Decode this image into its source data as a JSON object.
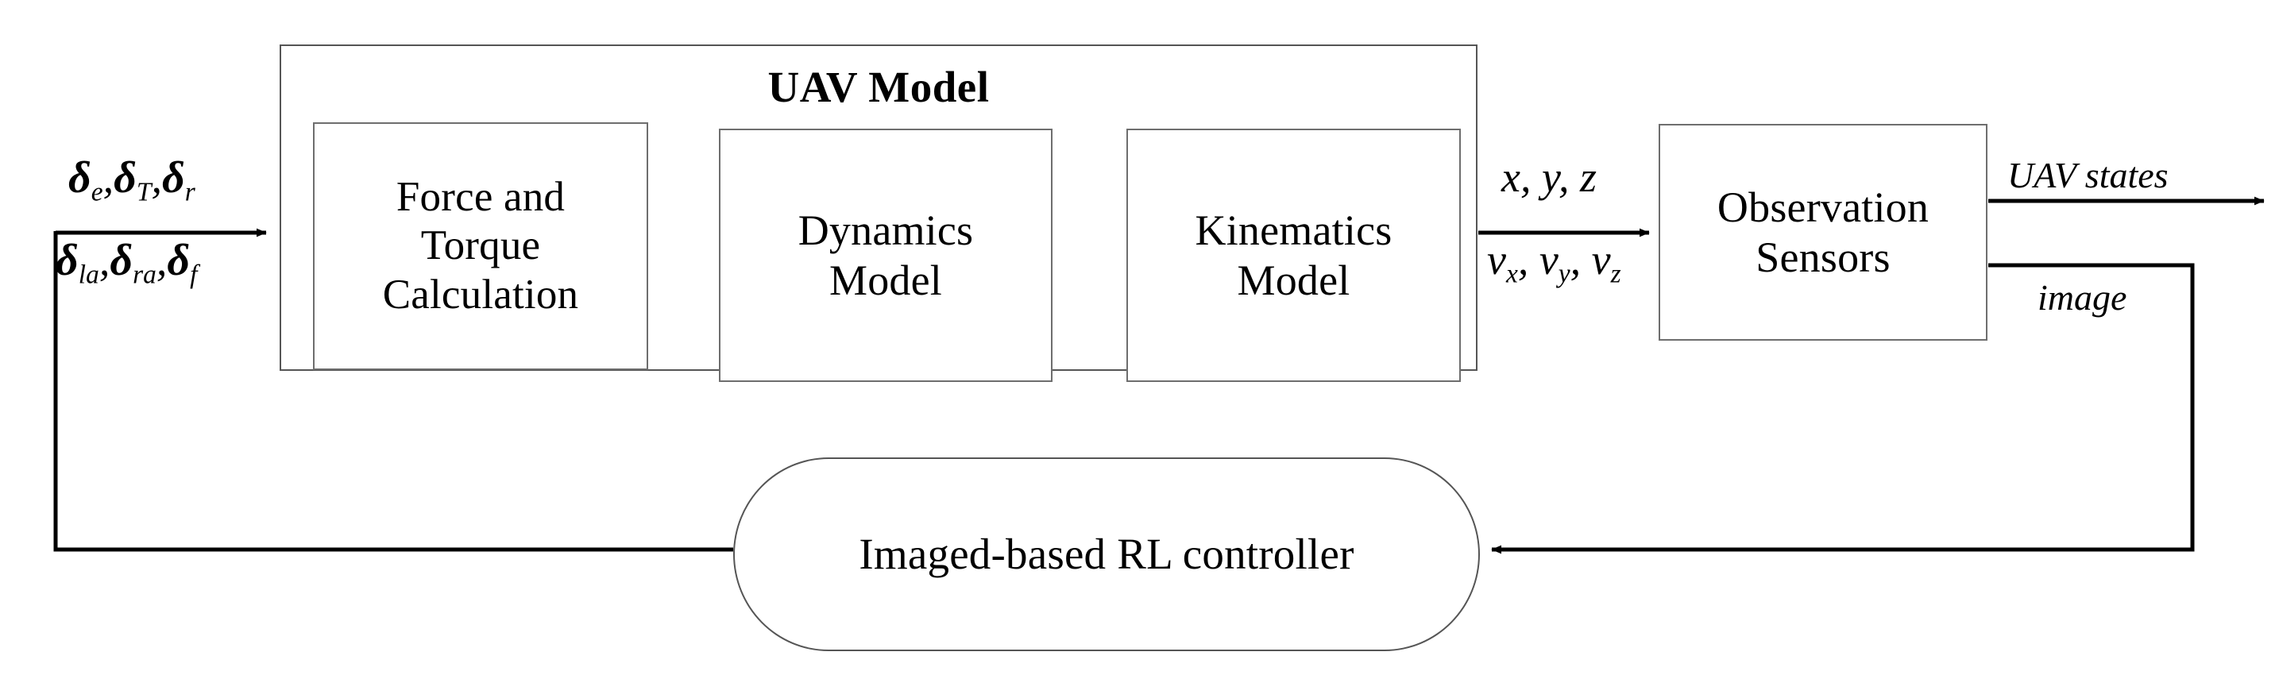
{
  "diagram": {
    "title": "UAV Model",
    "blocks": {
      "force_torque": "Force and\nTorque\nCalculation",
      "dynamics": "Dynamics\nModel",
      "kinematics": "Kinematics\nModel",
      "observation": "Observation\nSensors",
      "controller": "Imaged-based RL controller"
    },
    "signals": {
      "input_top": "δe, δT, δr",
      "input_bottom": "δla, δra, δf",
      "position": "x, y, z",
      "velocity": "vx, vy, vz",
      "uav_states": "UAV states",
      "image": "image"
    },
    "colors": {
      "stroke": "#000000",
      "box_border": "#6e6e6e",
      "container_border": "#555555",
      "background": "#ffffff"
    }
  }
}
